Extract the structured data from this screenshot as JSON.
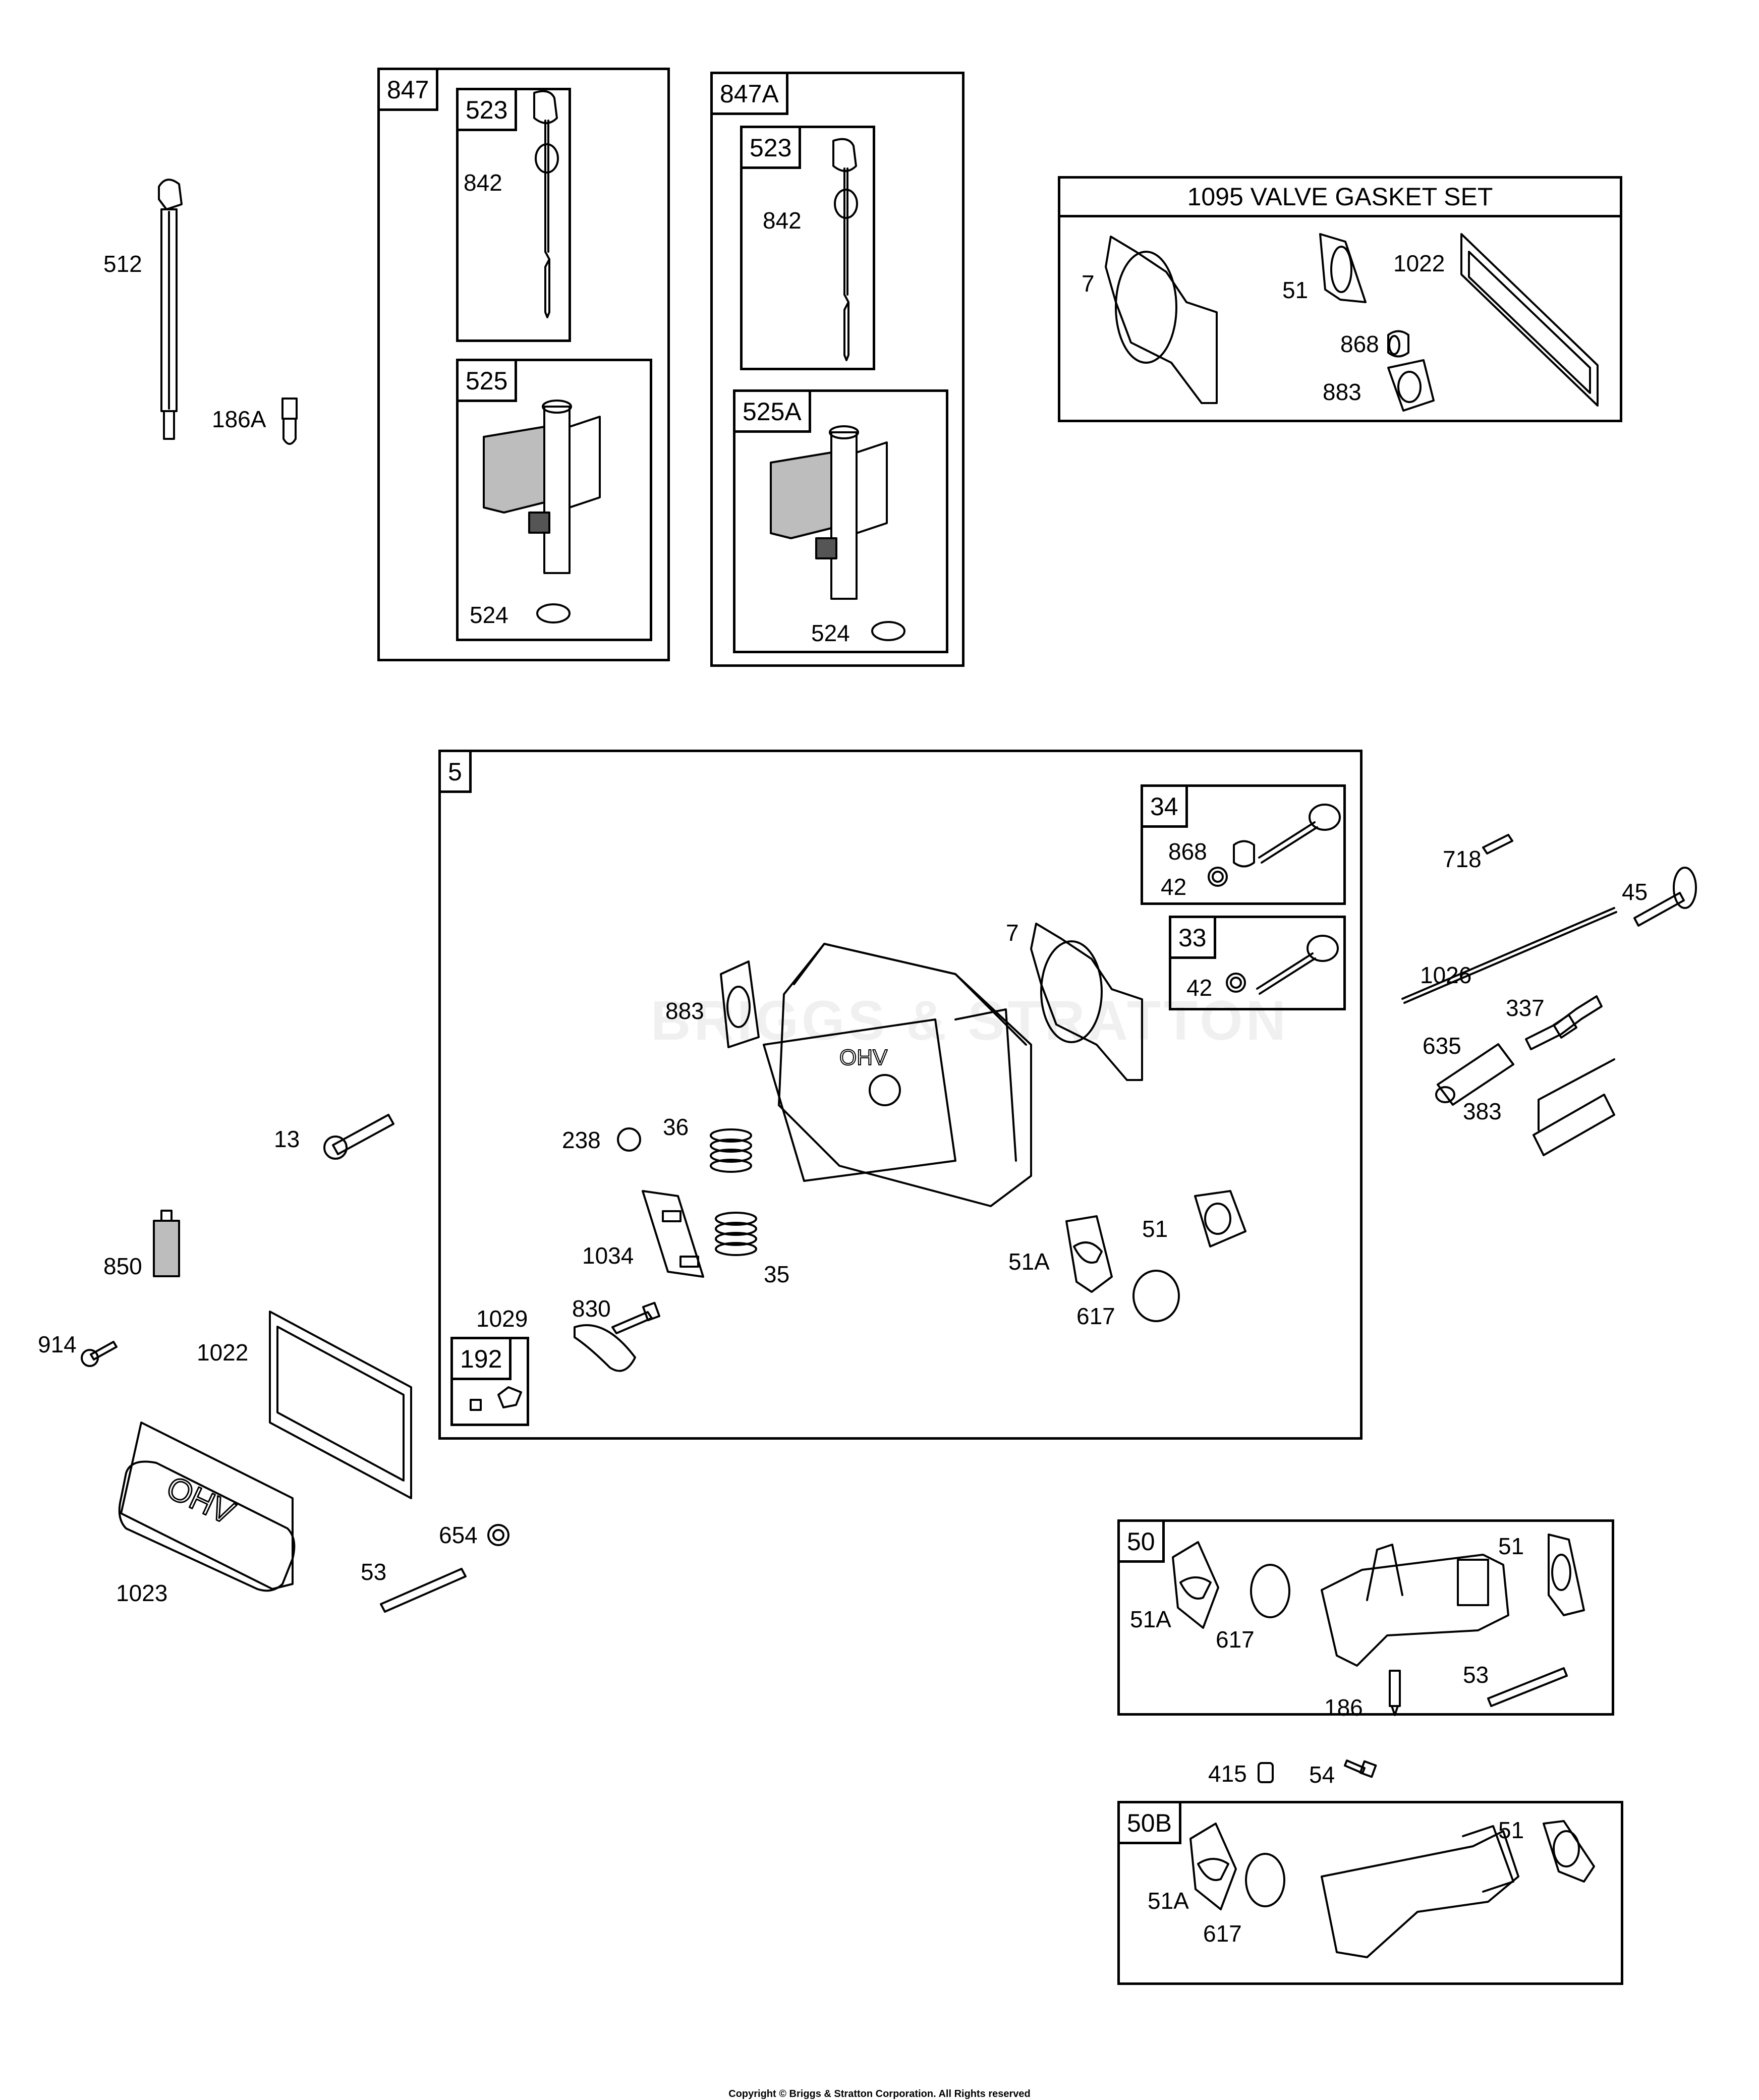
{
  "diagram": {
    "type": "exploded parts diagram",
    "watermark": "BRIGGS & STRATTON",
    "copyright": "Copyright © Briggs & Stratton Corporation. All Rights reserved"
  },
  "standalone_labels": {
    "p512": "512",
    "p186A": "186A",
    "p718": "718",
    "p45": "45",
    "p1026": "1026",
    "p337": "337",
    "p635": "635",
    "p383": "383",
    "p13": "13",
    "p850": "850",
    "p914": "914",
    "p1022": "1022",
    "p1023": "1023",
    "p654": "654",
    "p53": "53",
    "p415": "415",
    "p54": "54"
  },
  "kits": {
    "k847": {
      "tag": "847",
      "sub523": {
        "tag": "523",
        "ring": "842"
      },
      "sub525": {
        "tag": "525",
        "ring": "524"
      }
    },
    "k847A": {
      "tag": "847A",
      "sub523": {
        "tag": "523",
        "ring": "842"
      },
      "sub525A": {
        "tag": "525A",
        "ring": "524"
      }
    },
    "k1095": {
      "title": "1095 VALVE GASKET SET",
      "items": {
        "head_gasket": "7",
        "exhaust_gasket": "51",
        "valve_cover_gasket": "1022",
        "valve_seal": "868",
        "intake_gasket": "883"
      }
    },
    "k5": {
      "tag": "5",
      "labels": {
        "p883": "883",
        "p7": "7",
        "p238": "238",
        "p36": "36",
        "p35": "35",
        "p1034": "1034",
        "p830": "830",
        "p1029": "1029",
        "p51A": "51A",
        "p51": "51",
        "p617": "617"
      },
      "sub34": {
        "tag": "34",
        "seal": "868",
        "retainer": "42"
      },
      "sub33": {
        "tag": "33",
        "retainer": "42"
      },
      "sub192": {
        "tag": "192"
      }
    },
    "k50": {
      "tag": "50",
      "labels": {
        "p51A": "51A",
        "p617": "617",
        "p51": "51",
        "p53": "53",
        "p186": "186"
      }
    },
    "k50B": {
      "tag": "50B",
      "labels": {
        "p51A": "51A",
        "p617": "617",
        "p51": "51"
      }
    }
  }
}
